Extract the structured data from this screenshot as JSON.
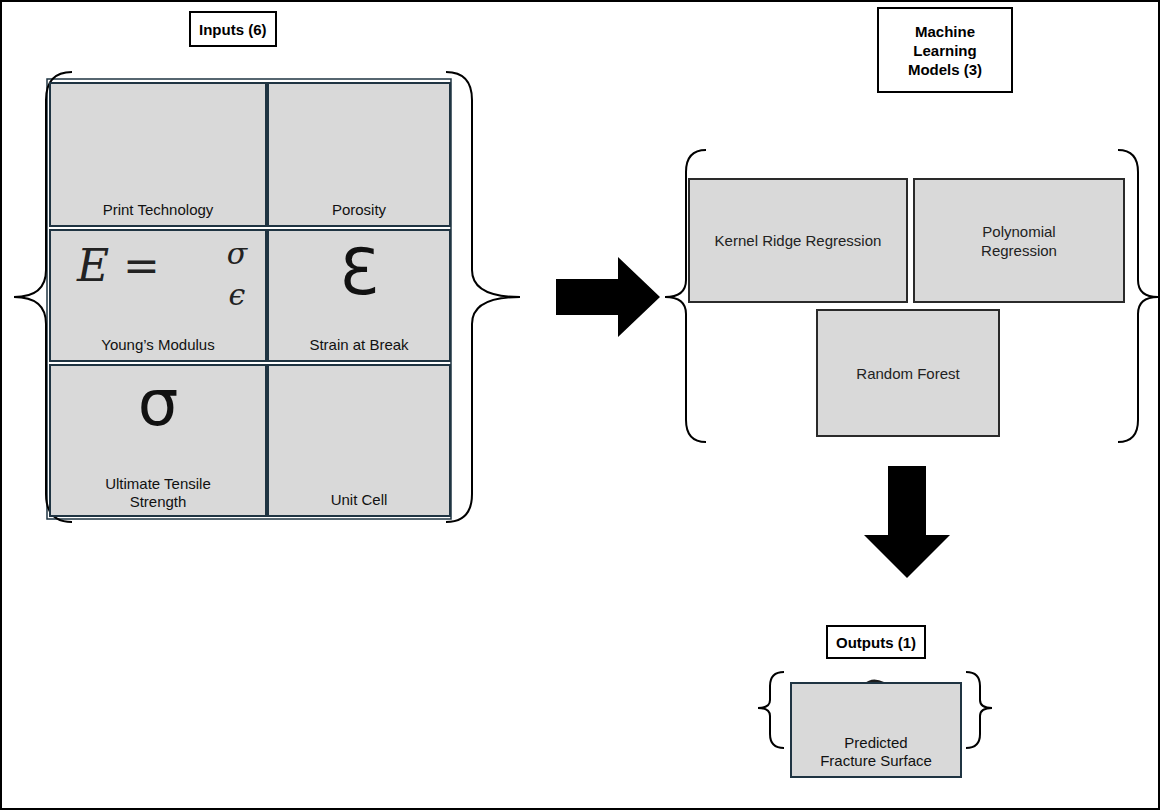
{
  "diagram": {
    "nodes": [
      {
        "text": [
          "Inputs (6)"
        ]
      },
      {
        "text": [
          "Print Technology"
        ]
      },
      {
        "text": [
          "Porosity"
        ]
      },
      {
        "text": [
          "E =",
          "σ",
          "ϵ",
          "Young’s Modulus"
        ]
      },
      {
        "text": [
          "Ɛ",
          "Strain at Break"
        ]
      },
      {
        "text": [
          "σ",
          "Ultimate Tensile Strength"
        ]
      },
      {
        "text": [
          "Unit Cell"
        ]
      },
      {
        "text": [
          "Machine Learning Models (3)"
        ]
      },
      {
        "text": [
          "Kernel Ridge Regression"
        ]
      },
      {
        "text": [
          "Polynomial Regression"
        ]
      },
      {
        "text": [
          "Random Forest"
        ]
      },
      {
        "text": [
          "Outputs (1)"
        ]
      },
      {
        "text": [
          "Predicted Fracture Surface"
        ]
      }
    ]
  }
}
